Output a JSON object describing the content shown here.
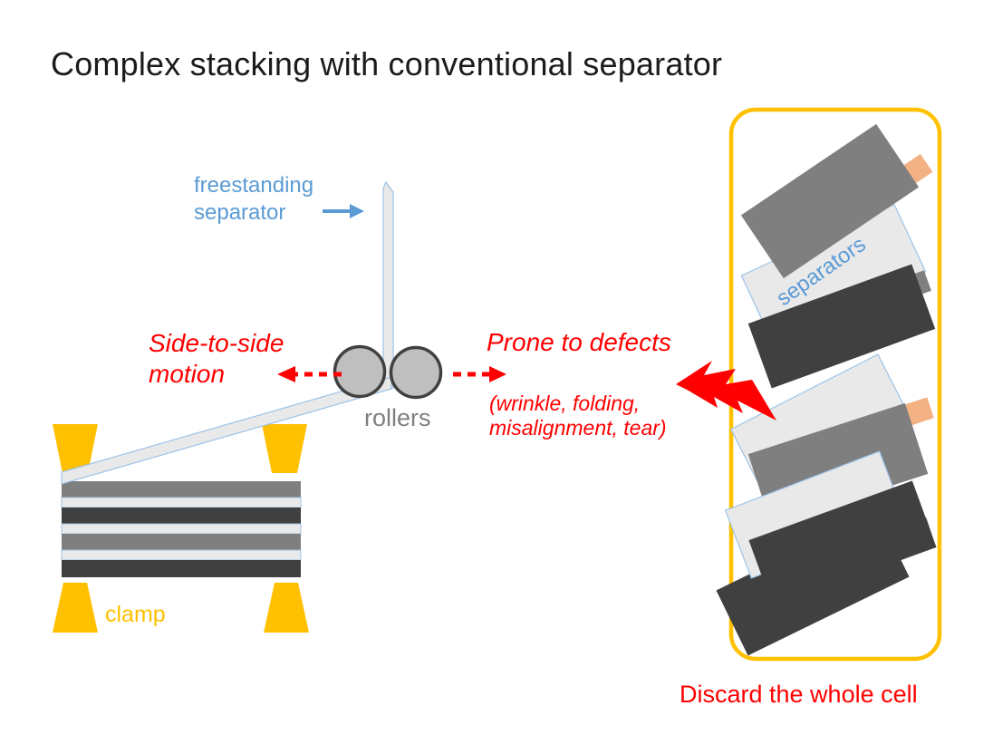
{
  "header": {
    "title": "Complex stacking with conventional separator"
  },
  "machine": {
    "freestanding_separator_label": "freestanding separator",
    "side_to_side_label": "Side-to-side motion",
    "rollers_label": "rollers",
    "clamp_label": "clamp"
  },
  "defects": {
    "prone_label": "Prone to defects",
    "types_label": "(wrinkle, folding, misalignment, tear)"
  },
  "cell_panel": {
    "separators_label": "separators",
    "discard_label": "Discard the whole cell"
  },
  "colors": {
    "red": "#FF0000",
    "gold": "#FFC000",
    "blue": "#5B9BD5",
    "sep-fill": "#E9E9E9",
    "sep-border": "#9DC3E6",
    "gray-med": "#7F7F7F",
    "gray-dark": "#404040",
    "roller-fill": "#BFBFBF",
    "tab-salmon": "#F4B183",
    "label-gray": "#808080",
    "title-color": "#1B1B1B"
  }
}
